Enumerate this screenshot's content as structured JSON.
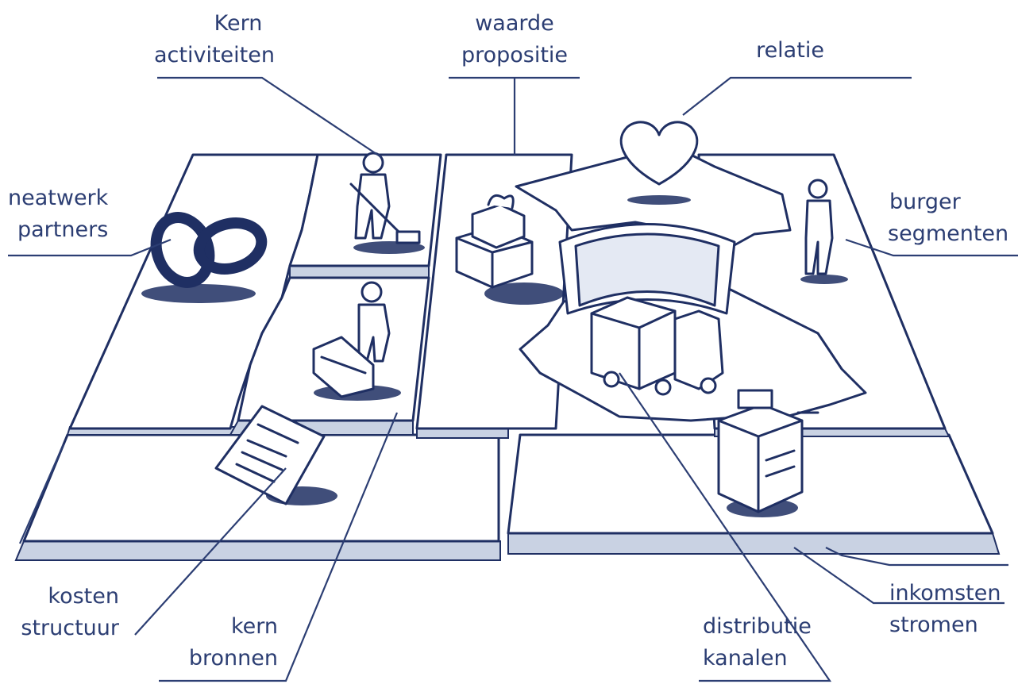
{
  "labels": {
    "kern_activiteiten_1": "Kern",
    "kern_activiteiten_2": "activiteiten",
    "waarde_propositie_1": "waarde",
    "waarde_propositie_2": "propositie",
    "relatie": "relatie",
    "netwerk_partners_1": "neatwerk",
    "netwerk_partners_2": "partners",
    "burger_segmenten_1": "burger",
    "burger_segmenten_2": "segmenten",
    "kosten_structuur_1": "kosten",
    "kosten_structuur_2": "structuur",
    "kern_bronnen_1": "kern",
    "kern_bronnen_2": "bronnen",
    "distributie_kanalen_1": "distributie",
    "distributie_kanalen_2": "kanalen",
    "inkomsten_stromen_1": "inkomsten",
    "inkomsten_stromen_2": "stromen"
  },
  "icons": {
    "partners": "linked-rings-icon",
    "activities": "worker-icon",
    "resources": "worker-with-cart-icon",
    "proposition": "gift-boxes-icon",
    "relation": "heart-icon",
    "segments": "person-icon",
    "channels": "truck-icon",
    "revenue": "cash-register-icon",
    "costs": "document-icon"
  },
  "colors": {
    "ink": "#1f2f63",
    "text": "#2c3e73",
    "side": "#c9d2e3"
  }
}
